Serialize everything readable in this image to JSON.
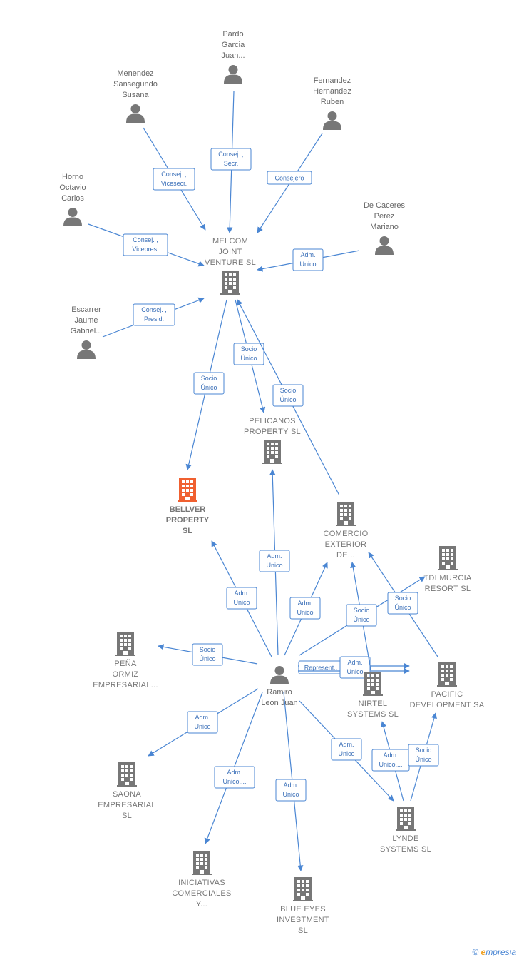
{
  "colors": {
    "edge": "#4a86d3",
    "person": "#777777",
    "company": "#777777",
    "focus": "#f06030"
  },
  "nodes": [
    {
      "id": "pardo",
      "type": "person",
      "label": [
        "Pardo",
        "Garcia",
        "Juan..."
      ]
    },
    {
      "id": "menendez",
      "type": "person",
      "label": [
        "Menendez",
        "Sansegundo",
        "Susana"
      ]
    },
    {
      "id": "fernandez",
      "type": "person",
      "label": [
        "Fernandez",
        "Hernandez",
        "Ruben"
      ]
    },
    {
      "id": "horno",
      "type": "person",
      "label": [
        "Horno",
        "Octavio",
        "Carlos"
      ]
    },
    {
      "id": "decaceres",
      "type": "person",
      "label": [
        "De Caceres",
        "Perez",
        "Mariano"
      ]
    },
    {
      "id": "escarrer",
      "type": "person",
      "label": [
        "Escarrer",
        "Jaume",
        "Gabriel..."
      ]
    },
    {
      "id": "melcom",
      "type": "company",
      "label": [
        "MELCOM",
        "JOINT",
        "VENTURE  SL"
      ]
    },
    {
      "id": "pelicanos",
      "type": "company",
      "label": [
        "PELICANOS",
        "PROPERTY  SL"
      ]
    },
    {
      "id": "bellver",
      "type": "focus",
      "label": [
        "BELLVER",
        "PROPERTY",
        "SL"
      ]
    },
    {
      "id": "comercio",
      "type": "company",
      "label": [
        "COMERCIO",
        "EXTERIOR",
        "DE..."
      ]
    },
    {
      "id": "tdi",
      "type": "company",
      "label": [
        "TDI MURCIA",
        "RESORT  SL"
      ]
    },
    {
      "id": "pena",
      "type": "company",
      "label": [
        "PEÑA",
        "ORMIZ",
        "EMPRESARIAL..."
      ]
    },
    {
      "id": "ramiro",
      "type": "person",
      "label": [
        "Ramiro",
        "Leon Juan"
      ]
    },
    {
      "id": "nirtel",
      "type": "company",
      "label": [
        "NIRTEL",
        "SYSTEMS  SL"
      ]
    },
    {
      "id": "pacific",
      "type": "company",
      "label": [
        "PACIFIC",
        "DEVELOPMENT SA"
      ]
    },
    {
      "id": "saona",
      "type": "company",
      "label": [
        "SAONA",
        "EMPRESARIAL",
        "SL"
      ]
    },
    {
      "id": "lynde",
      "type": "company",
      "label": [
        "LYNDE",
        "SYSTEMS  SL"
      ]
    },
    {
      "id": "iniciativas",
      "type": "company",
      "label": [
        "INICIATIVAS",
        "COMERCIALES",
        "Y..."
      ]
    },
    {
      "id": "blueeyes",
      "type": "company",
      "label": [
        "BLUE EYES",
        "INVESTMENT",
        "SL"
      ]
    }
  ],
  "edges": [
    {
      "from": "pardo",
      "to": "melcom",
      "label": [
        "Consej. ,",
        "Secr."
      ]
    },
    {
      "from": "menendez",
      "to": "melcom",
      "label": [
        "Consej. ,",
        "Vicesecr."
      ]
    },
    {
      "from": "fernandez",
      "to": "melcom",
      "label": [
        "Consejero"
      ]
    },
    {
      "from": "horno",
      "to": "melcom",
      "label": [
        "Consej. ,",
        "Vicepres."
      ]
    },
    {
      "from": "decaceres",
      "to": "melcom",
      "label": [
        "Adm.",
        "Unico"
      ]
    },
    {
      "from": "escarrer",
      "to": "melcom",
      "label": [
        "Consej. ,",
        "Presid."
      ]
    },
    {
      "from": "melcom",
      "to": "bellver",
      "label": [
        "Socio",
        "Único"
      ]
    },
    {
      "from": "melcom",
      "to": "pelicanos",
      "label": [
        "Socio",
        "Único"
      ]
    },
    {
      "from": "comercio",
      "to": "melcom",
      "label": [
        "Socio",
        "Único"
      ]
    },
    {
      "from": "ramiro",
      "to": "pelicanos",
      "label": [
        "Adm.",
        "Unico"
      ]
    },
    {
      "from": "ramiro",
      "to": "bellver",
      "label": [
        "Adm.",
        "Unico"
      ]
    },
    {
      "from": "ramiro",
      "to": "comercio",
      "label": [
        "Adm.",
        "Unico"
      ]
    },
    {
      "from": "ramiro",
      "to": "pena",
      "label": [
        "Socio",
        "Único"
      ]
    },
    {
      "from": "ramiro",
      "to": "tdi",
      "label": [
        "Socio",
        "Único"
      ]
    },
    {
      "from": "ramiro",
      "to": "pacific",
      "label": [
        "Represent.."
      ]
    },
    {
      "from": "ramiro",
      "to": "pacific",
      "label": [
        "Adm.",
        "Unico"
      ]
    },
    {
      "from": "ramiro",
      "to": "saona",
      "label": [
        "Adm.",
        "Unico"
      ]
    },
    {
      "from": "ramiro",
      "to": "lynde",
      "label": [
        "Adm.",
        "Unico"
      ]
    },
    {
      "from": "ramiro",
      "to": "iniciativas",
      "label": [
        "Adm.",
        "Unico,..."
      ]
    },
    {
      "from": "ramiro",
      "to": "blueeyes",
      "label": [
        "Adm.",
        "Unico"
      ]
    },
    {
      "from": "nirtel",
      "to": "comercio",
      "label": [
        "Socio",
        "Único"
      ]
    },
    {
      "from": "pacific",
      "to": "comercio",
      "label": [
        "Socio",
        "Único"
      ]
    },
    {
      "from": "lynde",
      "to": "nirtel",
      "label": [
        "Adm.",
        "Unico,..."
      ]
    },
    {
      "from": "lynde",
      "to": "pacific",
      "label": [
        "Socio",
        "Único"
      ]
    }
  ],
  "footer": {
    "copyright": "©",
    "brand_e": "e",
    "brand_rest": "mpresia"
  }
}
